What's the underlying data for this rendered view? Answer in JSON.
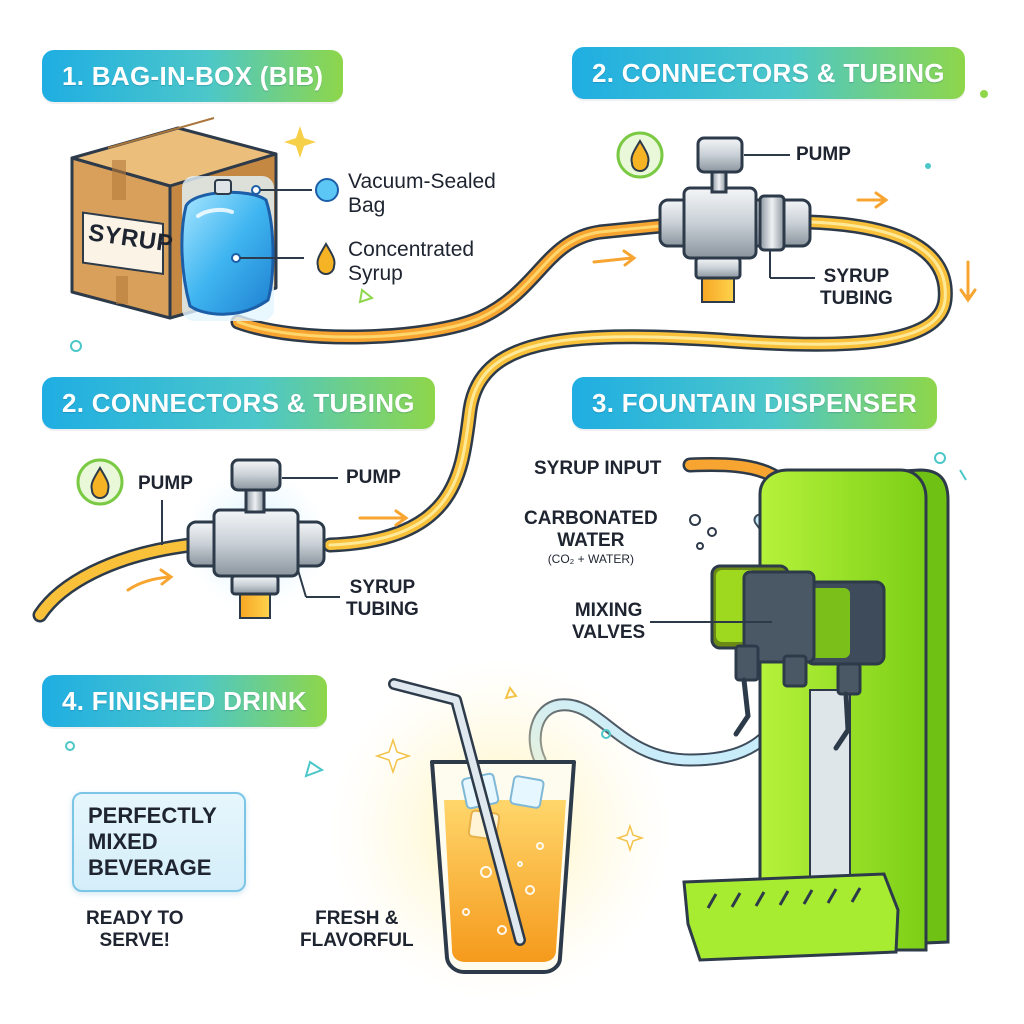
{
  "sections": {
    "bib": "1. BAG-IN-BOX (BIB)",
    "connectors_top": "2. CONNECTORS & TUBING",
    "connectors_left": "2. CONNECTORS & TUBING",
    "dispenser": "3. FOUNTAIN DISPENSER",
    "finished": "4. FINISHED DRINK"
  },
  "box": {
    "label": "SYRUP"
  },
  "bib_labels": {
    "bag_line1": "Vacuum-Sealed",
    "bag_line2": "Bag",
    "syrup_line1": "Concentrated",
    "syrup_line2": "Syrup"
  },
  "top_assembly": {
    "pump": "PUMP",
    "tubing_line1": "SYRUP",
    "tubing_line2": "TUBING"
  },
  "left_assembly": {
    "pump_left": "PUMP",
    "pump_right": "PUMP",
    "tubing_line1": "SYRUP",
    "tubing_line2": "TUBING"
  },
  "dispenser_labels": {
    "syrup_input": "SYRUP INPUT",
    "water_line1": "CARBONATED",
    "water_line2": "WATER",
    "water_note": "(CO₂ + WATER)",
    "valves_line1": "MIXING",
    "valves_line2": "VALVES"
  },
  "finished_labels": {
    "callout_line1": "PERFECTLY",
    "callout_line2": "MIXED",
    "callout_line3": "BEVERAGE",
    "ready_line1": "READY TO",
    "ready_line2": "SERVE!",
    "fresh_line1": "FRESH &",
    "fresh_line2": "FLAVORFUL"
  },
  "colors": {
    "section_gradient_start": "#1faee3",
    "section_gradient_end": "#8ed64a",
    "syrup_tube": "#f5a623",
    "water_tube": "#8fd3f0",
    "dispenser_green": "#9be82a",
    "box_cardboard": "#d9a05b",
    "bag_blue": "#3fb5f0"
  }
}
